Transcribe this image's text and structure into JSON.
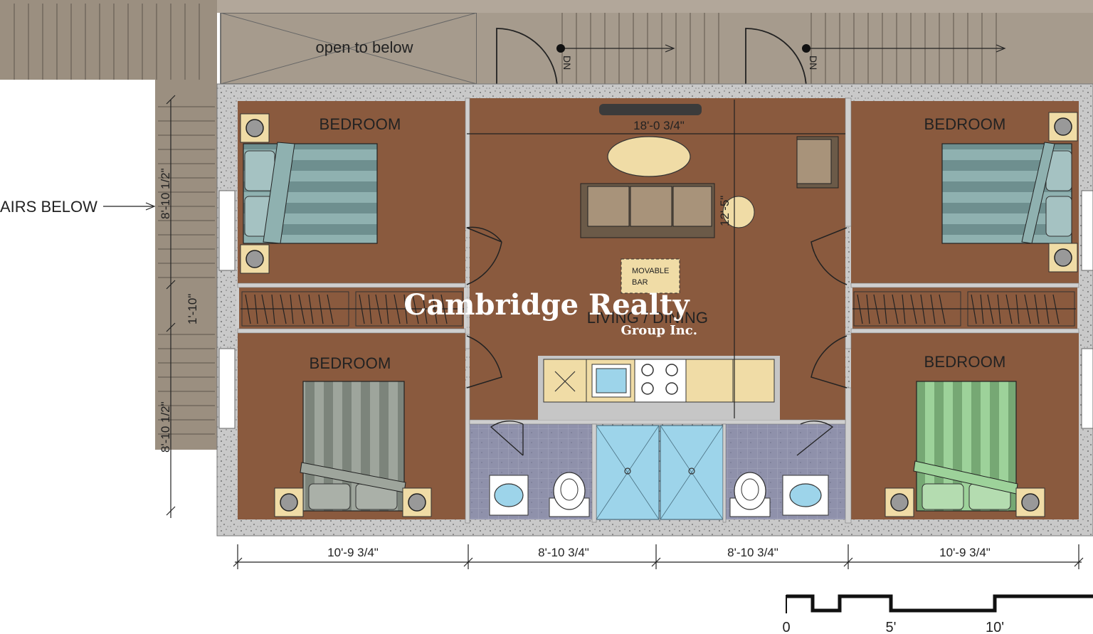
{
  "labels": {
    "open_to_below": "open to below",
    "stairs_below": "AIRS BELOW",
    "dn_left": "DN",
    "dn_right": "DN",
    "bedroom_top_left": "BEDROOM",
    "bedroom_top_right": "BEDROOM",
    "bedroom_bottom_left": "BEDROOM",
    "bedroom_bottom_right": "BEDROOM",
    "living_dining": "LIVING / DINING",
    "movable_bar_line1": "MOVABLE",
    "movable_bar_line2": "BAR"
  },
  "dimensions": {
    "living_width": "18'-0 3/4\"",
    "living_depth": "12'-5\"",
    "stair_upper": "8'-10 1/2\"",
    "stair_mid": "1'-10\"",
    "stair_lower": "8'-10 1/2\"",
    "bottom": [
      "10'-9 3/4\"",
      "8'-10 3/4\"",
      "8'-10 3/4\"",
      "10'-9 3/4\""
    ]
  },
  "scale_bar": {
    "ticks": [
      "0",
      "5'",
      "10'"
    ]
  },
  "watermark": {
    "line1": "Cambridge Realty",
    "line2": "Group Inc."
  },
  "colors": {
    "floor": "#8a5a3e",
    "wall": "#a8a8a8",
    "exterior": "#9b8f80",
    "tile": "#8d8ea8",
    "shower": "#9dd4ea",
    "counter": "#f0dca6"
  }
}
